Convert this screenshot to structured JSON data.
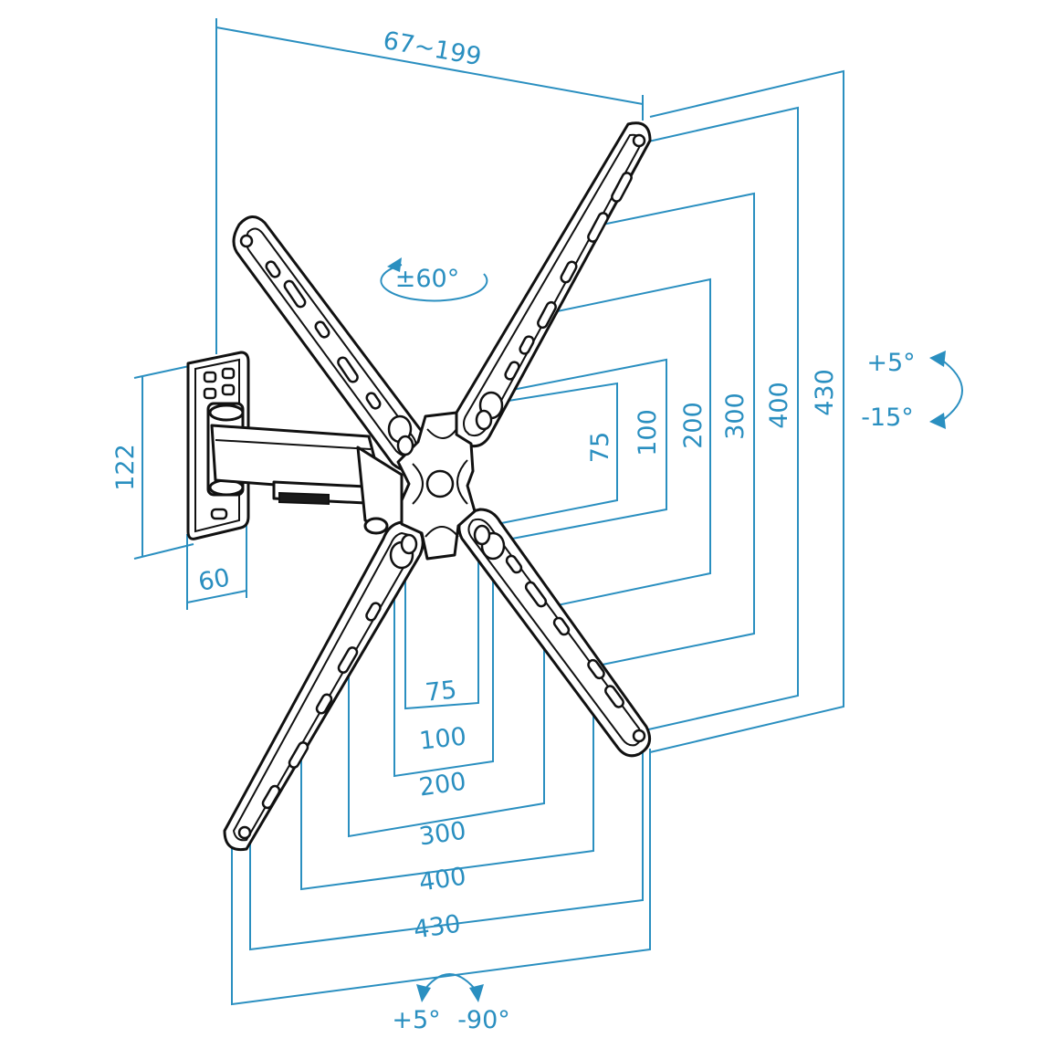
{
  "colors": {
    "dimension": "#2a8fc0",
    "line": "#111111"
  },
  "top_width": "67~199",
  "swivel": "±60°",
  "tilt": {
    "up": "+5°",
    "down": "-15°"
  },
  "rotate": {
    "left": "+5°",
    "right": "-90°"
  },
  "wall_plate": {
    "height": "122",
    "width": "60"
  },
  "vertical_dims": [
    "75",
    "100",
    "200",
    "300",
    "400",
    "430"
  ],
  "horizontal_dims": [
    "75",
    "100",
    "200",
    "300",
    "400",
    "430"
  ]
}
